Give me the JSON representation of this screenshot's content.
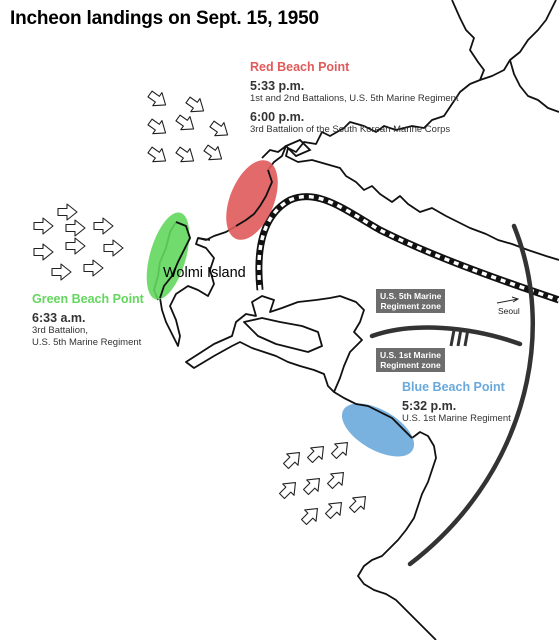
{
  "title": "Incheon landings on Sept. 15, 1950",
  "places": {
    "island": "Wolmi Island",
    "city": "Seoul"
  },
  "colors": {
    "red_beach": "#e05a5a",
    "green_beach": "#63d75e",
    "blue_beach": "#6aa8dc",
    "zone_box": "#6d6d6d",
    "boundary_line": "#333333"
  },
  "beaches": {
    "red": {
      "name": "Red Beach Point",
      "landings": [
        {
          "time": "5:33 p.m.",
          "unit": "1st and 2nd Battalions, U.S. 5th Marine Regiment"
        },
        {
          "time": "6:00 p.m.",
          "unit": "3rd Battalion of the South Korean Marine Corps"
        }
      ]
    },
    "green": {
      "name": "Green Beach Point",
      "time": "6:33 a.m.",
      "unit_line1": "3rd Battalion,",
      "unit_line2": "U.S. 5th Marine Regiment"
    },
    "blue": {
      "name": "Blue Beach Point",
      "time": "5:32 p.m.",
      "unit": "U.S. 1st Marine Regiment"
    }
  },
  "zones": {
    "fifth": {
      "line1": "U.S. 5th Marine",
      "line2": "Regiment zone"
    },
    "first": {
      "line1": "U.S. 1st Marine",
      "line2": "Regiment zone"
    }
  },
  "icons": [
    "landing-arrow-icon",
    "railway-icon",
    "seoul-direction-arrow-icon"
  ]
}
